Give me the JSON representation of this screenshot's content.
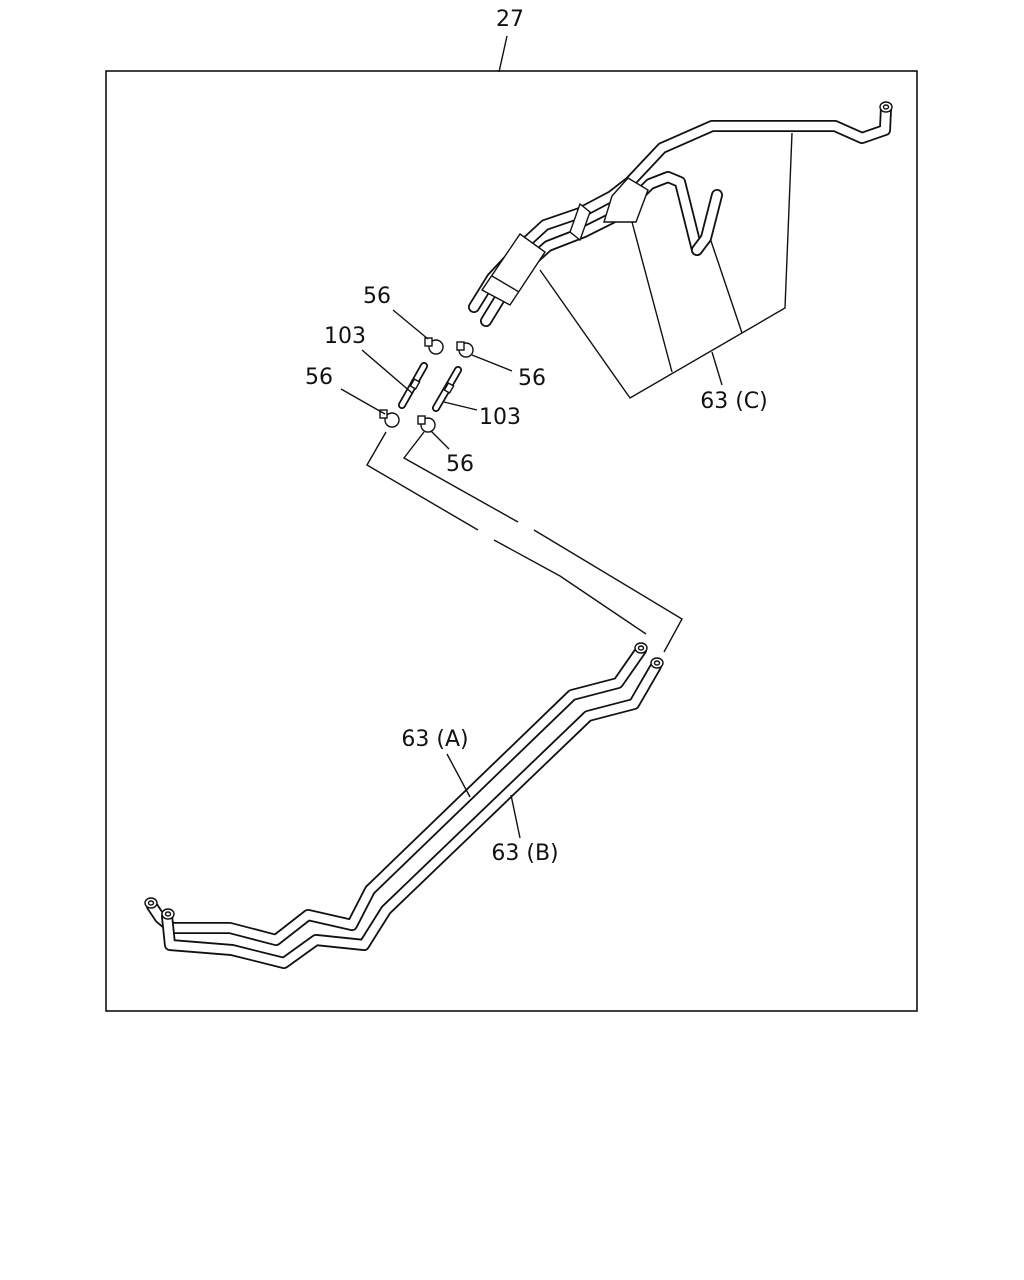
{
  "diagram": {
    "assembly_number": "27",
    "callouts": {
      "clip_top_left": "56",
      "clip_top_right": "56",
      "clip_bottom_left": "56",
      "clip_bottom_right": "56",
      "joint_left": "103",
      "joint_right": "103",
      "pipe_a": "63 (A)",
      "pipe_b": "63 (B)",
      "pipe_c": "63 (C)"
    }
  }
}
